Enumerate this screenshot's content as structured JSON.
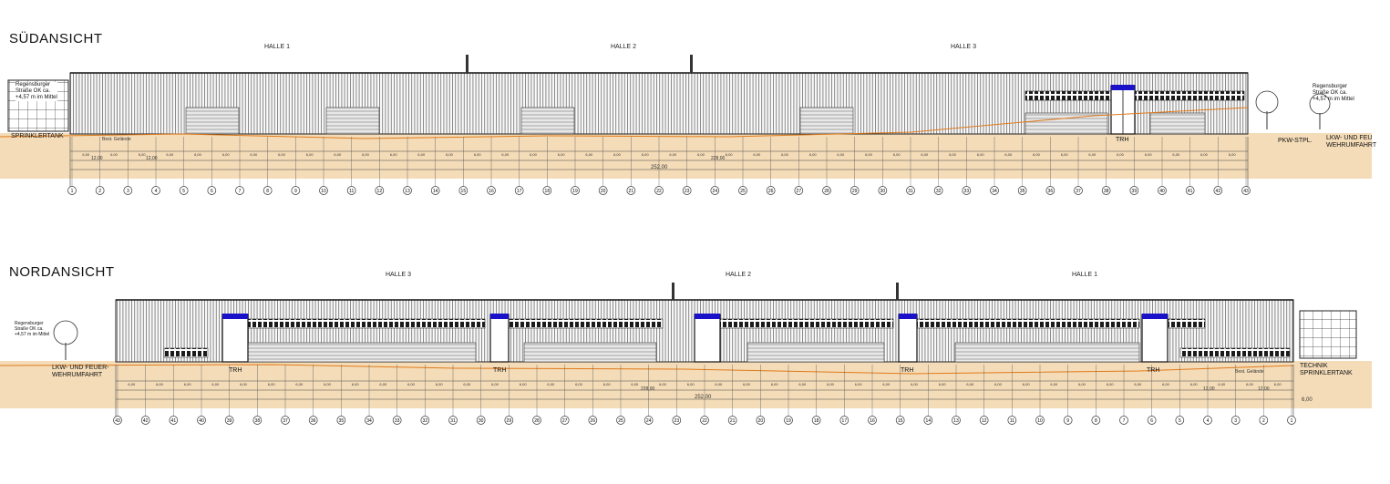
{
  "south": {
    "title": "SÜDANSICHT",
    "halls": [
      "HALLE 1",
      "HALLE 2",
      "HALLE 3"
    ],
    "left_label": "SPRINKLERTANK",
    "road_label": [
      "Regensburger",
      "Straße OK ca.",
      "+4,57 m im Mittel"
    ],
    "road_label_right": [
      "Regensburger",
      "Straße OK ca.",
      "+4,57 m im Mittel"
    ],
    "trh": "TRH",
    "pkw_label": "PKW-STPL.",
    "lkw_label": [
      "LKW- UND FEU",
      "WEHRUMFAHRT"
    ],
    "terrain_label": "Best. Gelände",
    "total_dim": "252,00",
    "sub_dims": [
      "12,00",
      "12,00",
      "228,00"
    ],
    "module_dim": "6,00",
    "axes": [
      "1",
      "2",
      "3",
      "4",
      "5",
      "6",
      "7",
      "8",
      "9",
      "10",
      "11",
      "12",
      "13",
      "14",
      "15",
      "16",
      "17",
      "18",
      "19",
      "20",
      "21",
      "22",
      "23",
      "24",
      "25",
      "26",
      "27",
      "28",
      "29",
      "30",
      "31",
      "32",
      "33",
      "34",
      "35",
      "36",
      "37",
      "38",
      "39",
      "40",
      "41",
      "42",
      "43"
    ]
  },
  "north": {
    "title": "NORDANSICHT",
    "halls": [
      "HALLE 3",
      "HALLE 2",
      "HALLE 1"
    ],
    "left_label": [
      "LKW- UND FEUER-",
      "WEHRUMFAHRT"
    ],
    "road_label": [
      "Regensburger",
      "Straße OK ca.",
      "+4,57 m im Mittel"
    ],
    "right_label": [
      "TECHNIK",
      "SPRINKLERTANK"
    ],
    "trh": "TRH",
    "terrain_label": "Best. Gelände",
    "total_dim": "252,00",
    "sub_dims": [
      "228,00",
      "12,00",
      "12,00"
    ],
    "end_dim": "6,00",
    "module_dim": "6,00",
    "axes": [
      "43",
      "42",
      "41",
      "40",
      "39",
      "38",
      "37",
      "36",
      "35",
      "34",
      "33",
      "32",
      "31",
      "30",
      "29",
      "28",
      "27",
      "26",
      "25",
      "24",
      "23",
      "22",
      "21",
      "20",
      "19",
      "18",
      "17",
      "16",
      "15",
      "14",
      "13",
      "12",
      "11",
      "10",
      "9",
      "8",
      "7",
      "6",
      "5",
      "4",
      "3",
      "2",
      "1"
    ]
  },
  "colors": {
    "facade": "#8a8a8a",
    "ground": "#f4dcb8",
    "trh_blue": "#1a12c8",
    "terrain_line": "#e07a1a"
  }
}
